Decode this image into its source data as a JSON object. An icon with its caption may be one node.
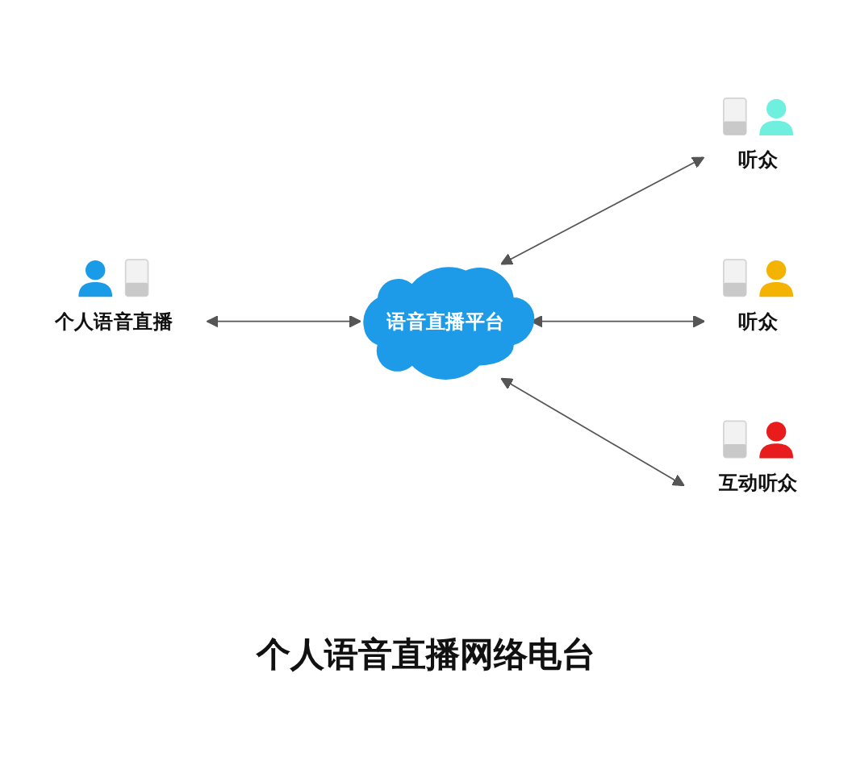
{
  "diagram": {
    "title": "个人语音直播网络电台",
    "nodes": [
      {
        "text": [
          "个人语音直播"
        ]
      },
      {
        "text": [
          "语音直播平台"
        ]
      },
      {
        "text": [
          "听众"
        ]
      },
      {
        "text": [
          "听众"
        ]
      },
      {
        "text": [
          "互动听众"
        ]
      }
    ],
    "edges": [
      {
        "from": 0,
        "to": 1,
        "arrow": "both"
      },
      {
        "from": 1,
        "to": 2,
        "arrow": "both"
      },
      {
        "from": 1,
        "to": 3,
        "arrow": "both"
      },
      {
        "from": 1,
        "to": 4,
        "arrow": "both"
      }
    ]
  }
}
